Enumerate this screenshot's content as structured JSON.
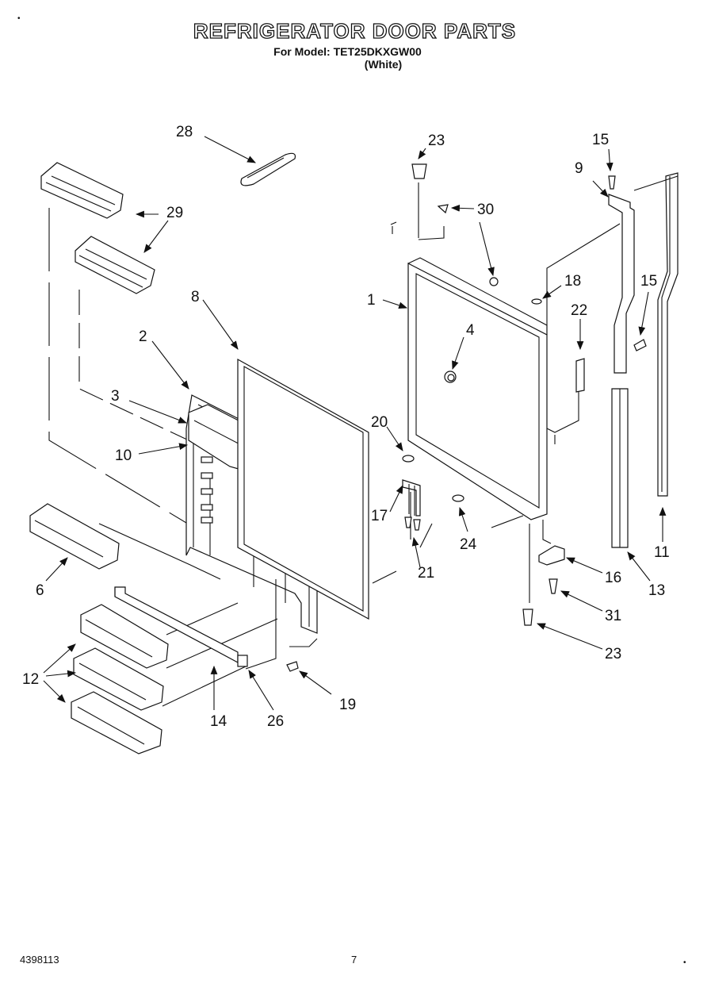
{
  "header": {
    "title": "REFRIGERATOR DOOR PARTS",
    "model_line": "For Model: TET25DKXGW00",
    "color_line": "(White)"
  },
  "footer": {
    "doc_number": "4398113",
    "page_number": "7"
  },
  "callouts": {
    "c1": "1",
    "c2": "2",
    "c3": "3",
    "c4": "4",
    "c6": "6",
    "c8": "8",
    "c9": "9",
    "c10": "10",
    "c11": "11",
    "c12": "12",
    "c13": "13",
    "c14": "14",
    "c15a": "15",
    "c15b": "15",
    "c16": "16",
    "c17": "17",
    "c18": "18",
    "c19": "19",
    "c20": "20",
    "c21": "21",
    "c22": "22",
    "c23a": "23",
    "c23b": "23",
    "c24": "24",
    "c26": "26",
    "c28": "28",
    "c29": "29",
    "c30": "30",
    "c31": "31"
  }
}
